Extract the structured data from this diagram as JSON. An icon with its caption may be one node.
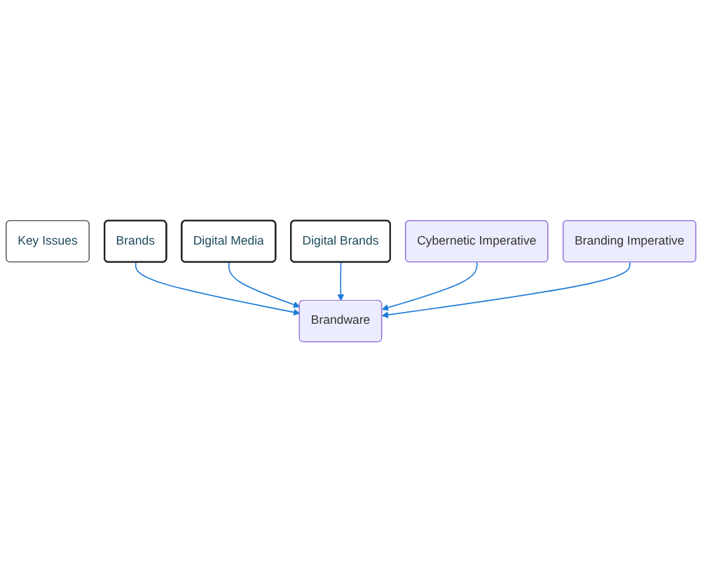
{
  "diagram": {
    "nodes": [
      {
        "text": [
          "Key Issues"
        ]
      },
      {
        "text": [
          "Brands"
        ]
      },
      {
        "text": [
          "Digital Media"
        ]
      },
      {
        "text": [
          "Digital Brands"
        ]
      },
      {
        "text": [
          "Brandware"
        ]
      },
      {
        "text": [
          "Cybernetic Imperative"
        ]
      },
      {
        "text": [
          "Branding Imperative"
        ]
      }
    ],
    "edges": [
      {
        "from": 1,
        "to": 4,
        "arrow": "to"
      },
      {
        "from": 2,
        "to": 4,
        "arrow": "to"
      },
      {
        "from": 3,
        "to": 4,
        "arrow": "to"
      },
      {
        "from": 5,
        "to": 4,
        "arrow": "to"
      },
      {
        "from": 6,
        "to": 4,
        "arrow": "to"
      }
    ]
  }
}
